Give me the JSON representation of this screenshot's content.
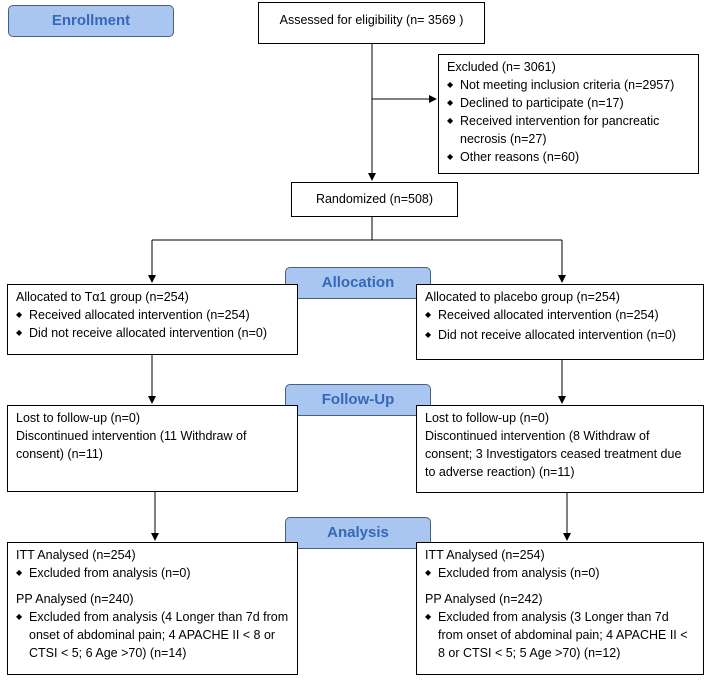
{
  "phases": {
    "enrollment": "Enrollment",
    "allocation": "Allocation",
    "follow_up": "Follow-Up",
    "analysis": "Analysis"
  },
  "assessed": "Assessed for eligibility (n= 3569 )",
  "excluded": {
    "title": "Excluded  (n= 3061)",
    "items": [
      "Not meeting inclusion criteria (n=2957)",
      "Declined to participate (n=17)",
      "Received intervention for pancreatic necrosis (n=27)",
      "Other reasons (n=60)"
    ]
  },
  "randomized": "Randomized (n=508)",
  "allocation": {
    "left": {
      "title": "Allocated to Tα1 group (n=254)",
      "items": [
        "Received allocated intervention (n=254)",
        "Did not receive allocated intervention (n=0)"
      ]
    },
    "right": {
      "title": "Allocated to placebo group (n=254)",
      "items": [
        "Received allocated intervention (n=254)",
        "Did not receive allocated intervention (n=0)"
      ]
    }
  },
  "follow_up": {
    "left": {
      "lost": "Lost to follow-up (n=0)",
      "discontinued": "Discontinued intervention (11 Withdraw of consent) (n=11)"
    },
    "right": {
      "lost": "Lost to follow-up (n=0)",
      "discontinued": "Discontinued intervention (8 Withdraw of consent; 3 Investigators ceased treatment due to adverse reaction) (n=11)"
    }
  },
  "analysis": {
    "left": {
      "itt": "ITT Analysed  (n=254)",
      "itt_excluded": "Excluded from analysis (n=0)",
      "pp": "PP Analysed  (n=240)",
      "pp_excluded": "Excluded from analysis (4 Longer than 7d from onset of abdominal pain; 4 APACHE II < 8 or CTSI < 5;  6 Age >70) (n=14)"
    },
    "right": {
      "itt": "ITT Analysed  (n=254)",
      "itt_excluded": "Excluded from analysis (n=0)",
      "pp": "PP Analysed  (n=242)",
      "pp_excluded": "Excluded from analysis (3 Longer than 7d from onset of abdominal pain; 4 APACHE II < 8 or CTSI < 5;  5 Age >70) (n=12)"
    }
  }
}
